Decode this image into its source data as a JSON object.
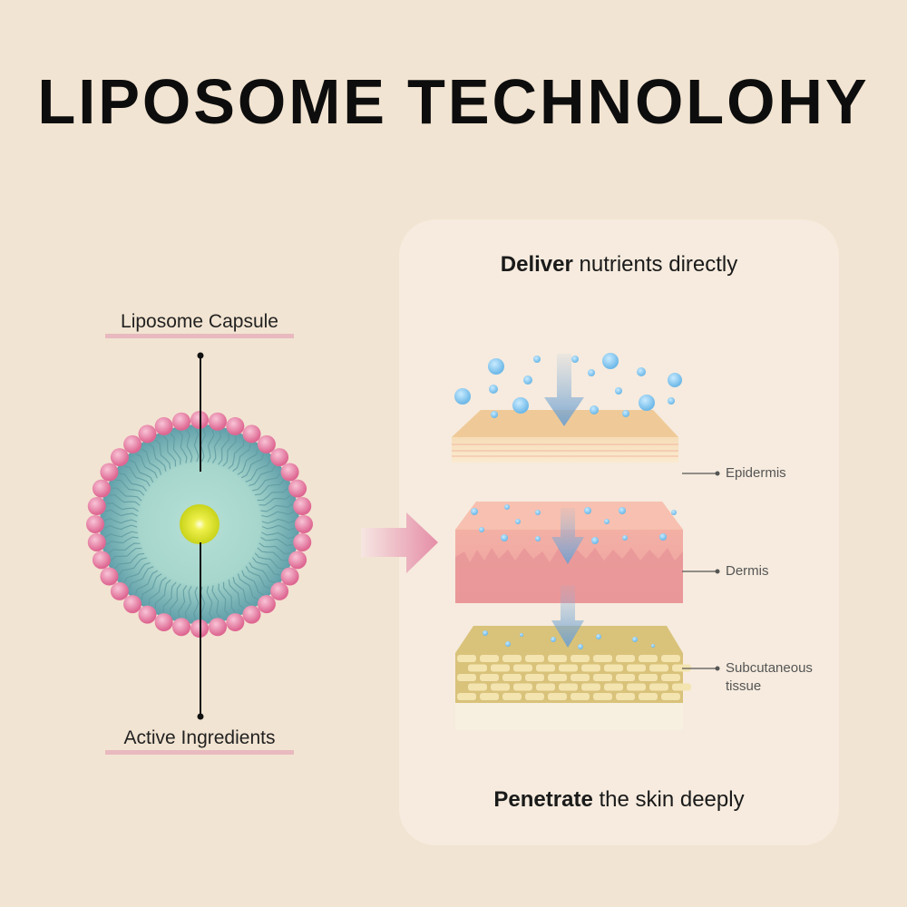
{
  "title": "LIPOSOME TECHNOLOHY",
  "liposome": {
    "top_label": "Liposome Capsule",
    "bottom_label": "Active Ingredients"
  },
  "panel": {
    "top_heading_bold": "Deliver",
    "top_heading_rest": " nutrients directly",
    "bottom_heading_bold": "Penetrate",
    "bottom_heading_rest": " the skin deeply",
    "layers": [
      {
        "name": "Epidermis"
      },
      {
        "name": "Dermis"
      },
      {
        "name": "Subcutaneous tissue"
      }
    ]
  },
  "colors": {
    "background": "#f2e4d2",
    "panel": "#f6ebde",
    "bead": "#e0709a",
    "core": "#d8e21c",
    "bubble": "#8fcbef"
  }
}
